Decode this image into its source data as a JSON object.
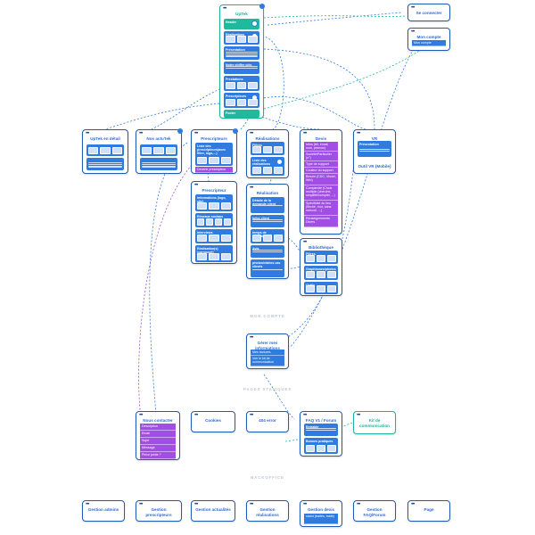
{
  "colors": {
    "blue": "#2f7be0",
    "navy": "#1f5bb3",
    "teal": "#1fb99e",
    "purple": "#a04ee3",
    "section": "#bcc6d4"
  },
  "uptek": {
    "title": "UpTek",
    "blocks": [
      "Header",
      "Réalisations",
      "Présentation",
      "Notre chiffre clés",
      "Prestations",
      "Prescripteurs",
      "Footer"
    ]
  },
  "se_connecter": {
    "title": "Se connecter"
  },
  "mon_compte": {
    "title": "Mon compte",
    "button": "Mon compte"
  },
  "uptek_detail": {
    "title": "UpTek en détail"
  },
  "nos_actus": {
    "title": "Nos actu'tek"
  },
  "prescripteurs": {
    "title": "Prescripteurs",
    "rows": [
      "Liste des prescripteurs(avec filtre, logo,...)"
    ],
    "footer": "Devenir prescripteur"
  },
  "prescripteur": {
    "title": "Prescripteur",
    "rows": [
      "Informations (logo, site)",
      "Réseaux sociaux",
      "Interviews",
      "Réalisation(s) (carrousel)"
    ]
  },
  "realisations": {
    "title": "Réalisations",
    "rows": [
      "Filtres",
      "Liste des réalisations"
    ]
  },
  "realisation": {
    "title": "Réalisation",
    "rows": [
      "Détails de la demande client",
      "Infos client",
      "temps de réalisation",
      "Avis",
      "photos/vidéos cas clients"
    ]
  },
  "devis": {
    "title": "Devis",
    "rows": [
      "Infos (tél, email, nom, prénom)",
      "Société/Particulier (n°)",
      "Type de support",
      "Couleur du support",
      "Besoin (CDC, Visuel, Wrb)",
      "Complexité (Choix multiple (cherche, simplifié/complet, ...)",
      "Spécificité du lieu (fléché, mur, sans mesure, ...)",
      "Renseignements Divers"
    ]
  },
  "bibliotheque": {
    "title": "Bibliothèque",
    "rows": [
      "Filtres",
      "Graphismes/photos",
      "Outils"
    ]
  },
  "vr": {
    "title": "VR",
    "rows": [
      "Présentation"
    ],
    "sub": "Outil VR (Mobile)"
  },
  "sections": {
    "mon_compte": "MON COMPTE",
    "pages_statiques": "PAGES STATIQUES",
    "backoffice": "BACKOFFICE"
  },
  "gerer": {
    "title": "Gérer mes informations",
    "rows": [
      "Mes factures",
      "Voir le kit de communication"
    ]
  },
  "contact": {
    "title": "Nous contacter",
    "rows": [
      "Description",
      "Email",
      "Sujet",
      "Message",
      "Pièce jointe ?"
    ]
  },
  "cookies": {
    "title": "Cookies"
  },
  "error404": {
    "title": "404 error"
  },
  "faq": {
    "title": "FAQ V1 / Forum V2",
    "rows": [
      "Entraide",
      "Bonnes pratiques"
    ]
  },
  "kit": {
    "title": "Kit de communication"
  },
  "backoffice": {
    "cards": [
      "Gestion admins",
      "Gestion prescripteurs",
      "Gestion actualités",
      "Gestion réalisations",
      "Gestion devis",
      "Gestion FAQ/Forum",
      "Page"
    ],
    "devis_row": "statut (traités, traité)"
  }
}
